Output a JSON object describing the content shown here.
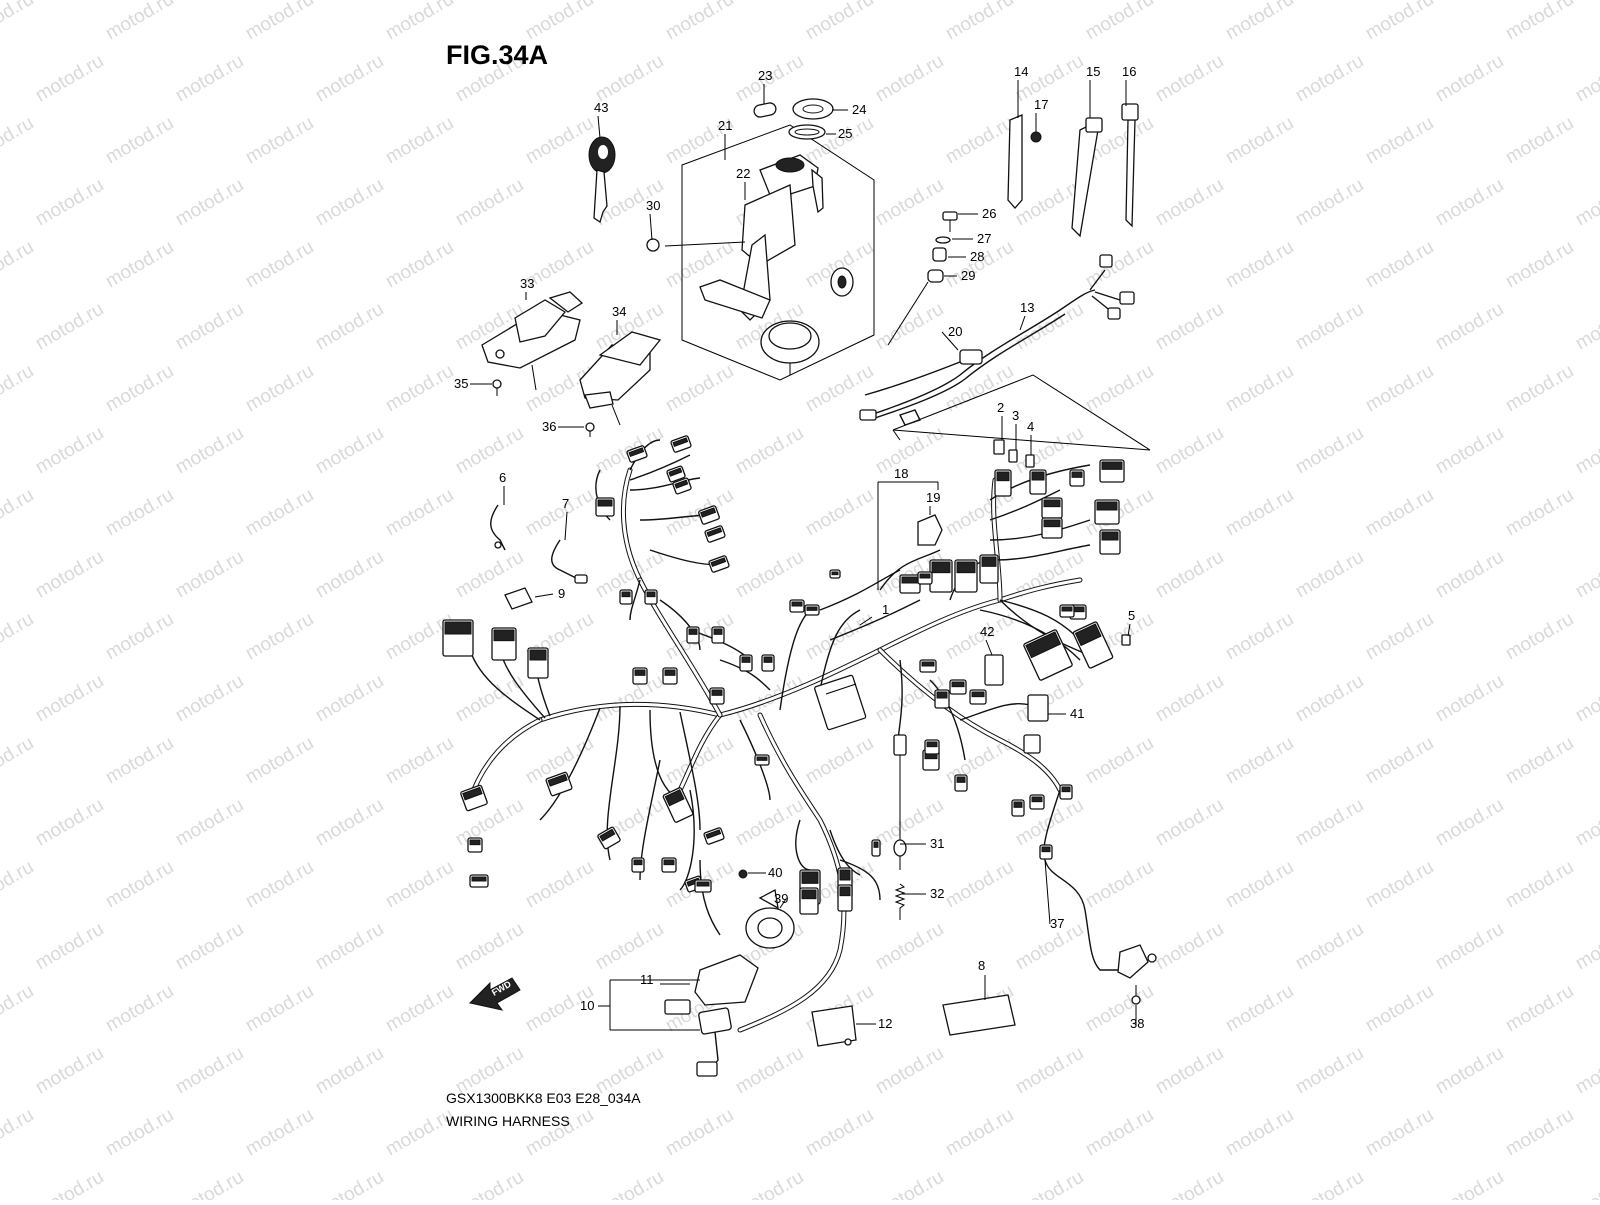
{
  "figure": {
    "title": "FIG.34A",
    "drawing_code": "GSX1300BKK8 E03 E28_034A",
    "caption": "WIRING HARNESS",
    "watermark_text": "motod.ru",
    "fwd_label": "FWD"
  },
  "callouts": [
    {
      "id": "c1",
      "label": "1"
    },
    {
      "id": "c2",
      "label": "2"
    },
    {
      "id": "c3",
      "label": "3"
    },
    {
      "id": "c4",
      "label": "4"
    },
    {
      "id": "c5",
      "label": "5"
    },
    {
      "id": "c6",
      "label": "6"
    },
    {
      "id": "c7",
      "label": "7"
    },
    {
      "id": "c8",
      "label": "8"
    },
    {
      "id": "c9",
      "label": "9"
    },
    {
      "id": "c10",
      "label": "10"
    },
    {
      "id": "c11",
      "label": "11"
    },
    {
      "id": "c12",
      "label": "12"
    },
    {
      "id": "c13",
      "label": "13"
    },
    {
      "id": "c14",
      "label": "14"
    },
    {
      "id": "c15",
      "label": "15"
    },
    {
      "id": "c16",
      "label": "16"
    },
    {
      "id": "c17",
      "label": "17"
    },
    {
      "id": "c18",
      "label": "18"
    },
    {
      "id": "c19",
      "label": "19"
    },
    {
      "id": "c20",
      "label": "20"
    },
    {
      "id": "c21",
      "label": "21"
    },
    {
      "id": "c22",
      "label": "22"
    },
    {
      "id": "c23",
      "label": "23"
    },
    {
      "id": "c24",
      "label": "24"
    },
    {
      "id": "c25",
      "label": "25"
    },
    {
      "id": "c26",
      "label": "26"
    },
    {
      "id": "c27",
      "label": "27"
    },
    {
      "id": "c28",
      "label": "28"
    },
    {
      "id": "c29",
      "label": "29"
    },
    {
      "id": "c30",
      "label": "30"
    },
    {
      "id": "c31",
      "label": "31"
    },
    {
      "id": "c32",
      "label": "32"
    },
    {
      "id": "c33",
      "label": "33"
    },
    {
      "id": "c34",
      "label": "34"
    },
    {
      "id": "c35",
      "label": "35"
    },
    {
      "id": "c36",
      "label": "36"
    },
    {
      "id": "c37",
      "label": "37"
    },
    {
      "id": "c38",
      "label": "38"
    },
    {
      "id": "c39",
      "label": "39"
    },
    {
      "id": "c40",
      "label": "40"
    },
    {
      "id": "c41",
      "label": "41"
    },
    {
      "id": "c42",
      "label": "42"
    },
    {
      "id": "c43",
      "label": "43"
    }
  ]
}
